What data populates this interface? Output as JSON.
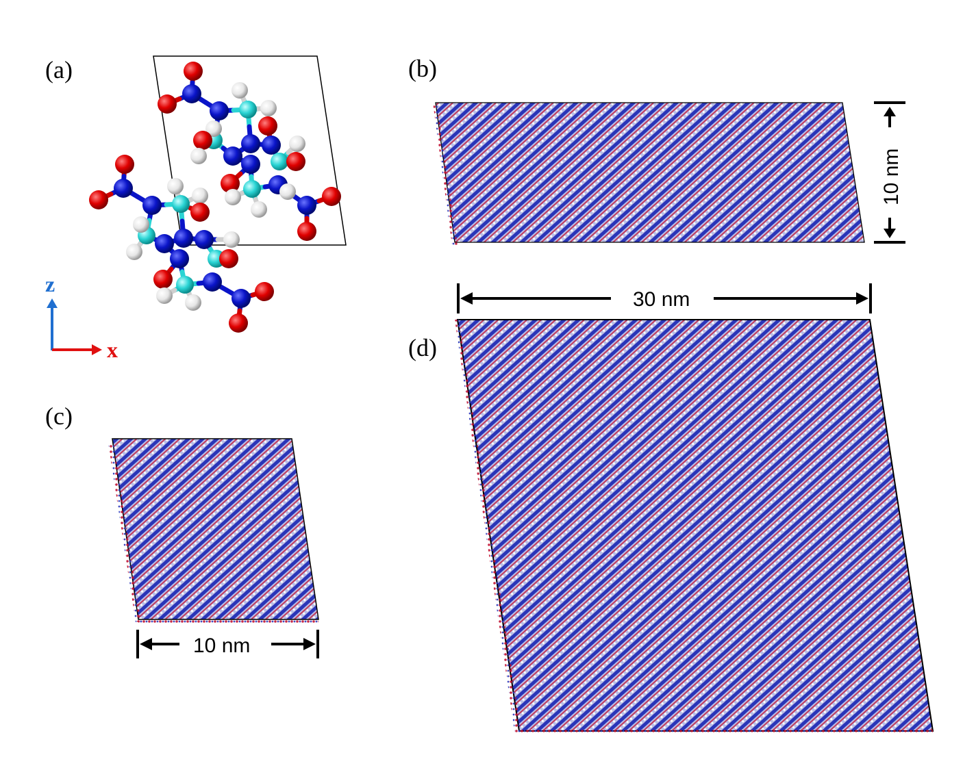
{
  "panels": {
    "a": {
      "label": "(a)"
    },
    "b": {
      "label": "(b)"
    },
    "c": {
      "label": "(c)"
    },
    "d": {
      "label": "(d)"
    }
  },
  "dimensions": {
    "b_height": "10 nm",
    "d_width": "30 nm",
    "c_width": "10 nm"
  },
  "axes": {
    "z_label": "z",
    "x_label": "x",
    "z_color": "#1f6fd0",
    "x_color": "#e01010"
  },
  "colors": {
    "oxygen": "#e00000",
    "nitrogen": "#0a14c8",
    "carbon": "#2ad4d4",
    "hydrogen": "#e6e6e6",
    "lattice_fill": "#7f86c8"
  }
}
